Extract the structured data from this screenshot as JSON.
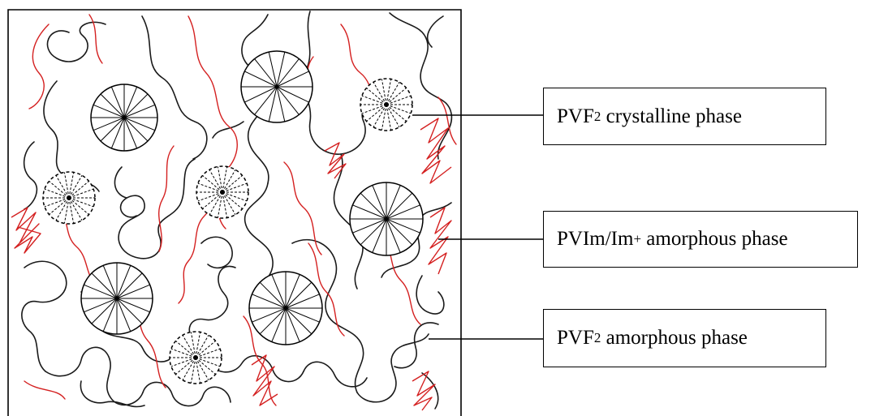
{
  "labels": {
    "crystalline": {
      "main": "PVF",
      "sub": "2",
      "rest": " crystalline phase"
    },
    "pvim": {
      "main": "PVIm/Im",
      "sup": "+",
      "rest": " amorphous phase"
    },
    "amorphous": {
      "main": "PVF",
      "sub": "2",
      "rest": " amorphous phase"
    }
  },
  "colors": {
    "black_chains": "#1a1a1a",
    "red_chains": "#d42020",
    "spherulite_lines": "#000000",
    "frame": "#000000"
  }
}
